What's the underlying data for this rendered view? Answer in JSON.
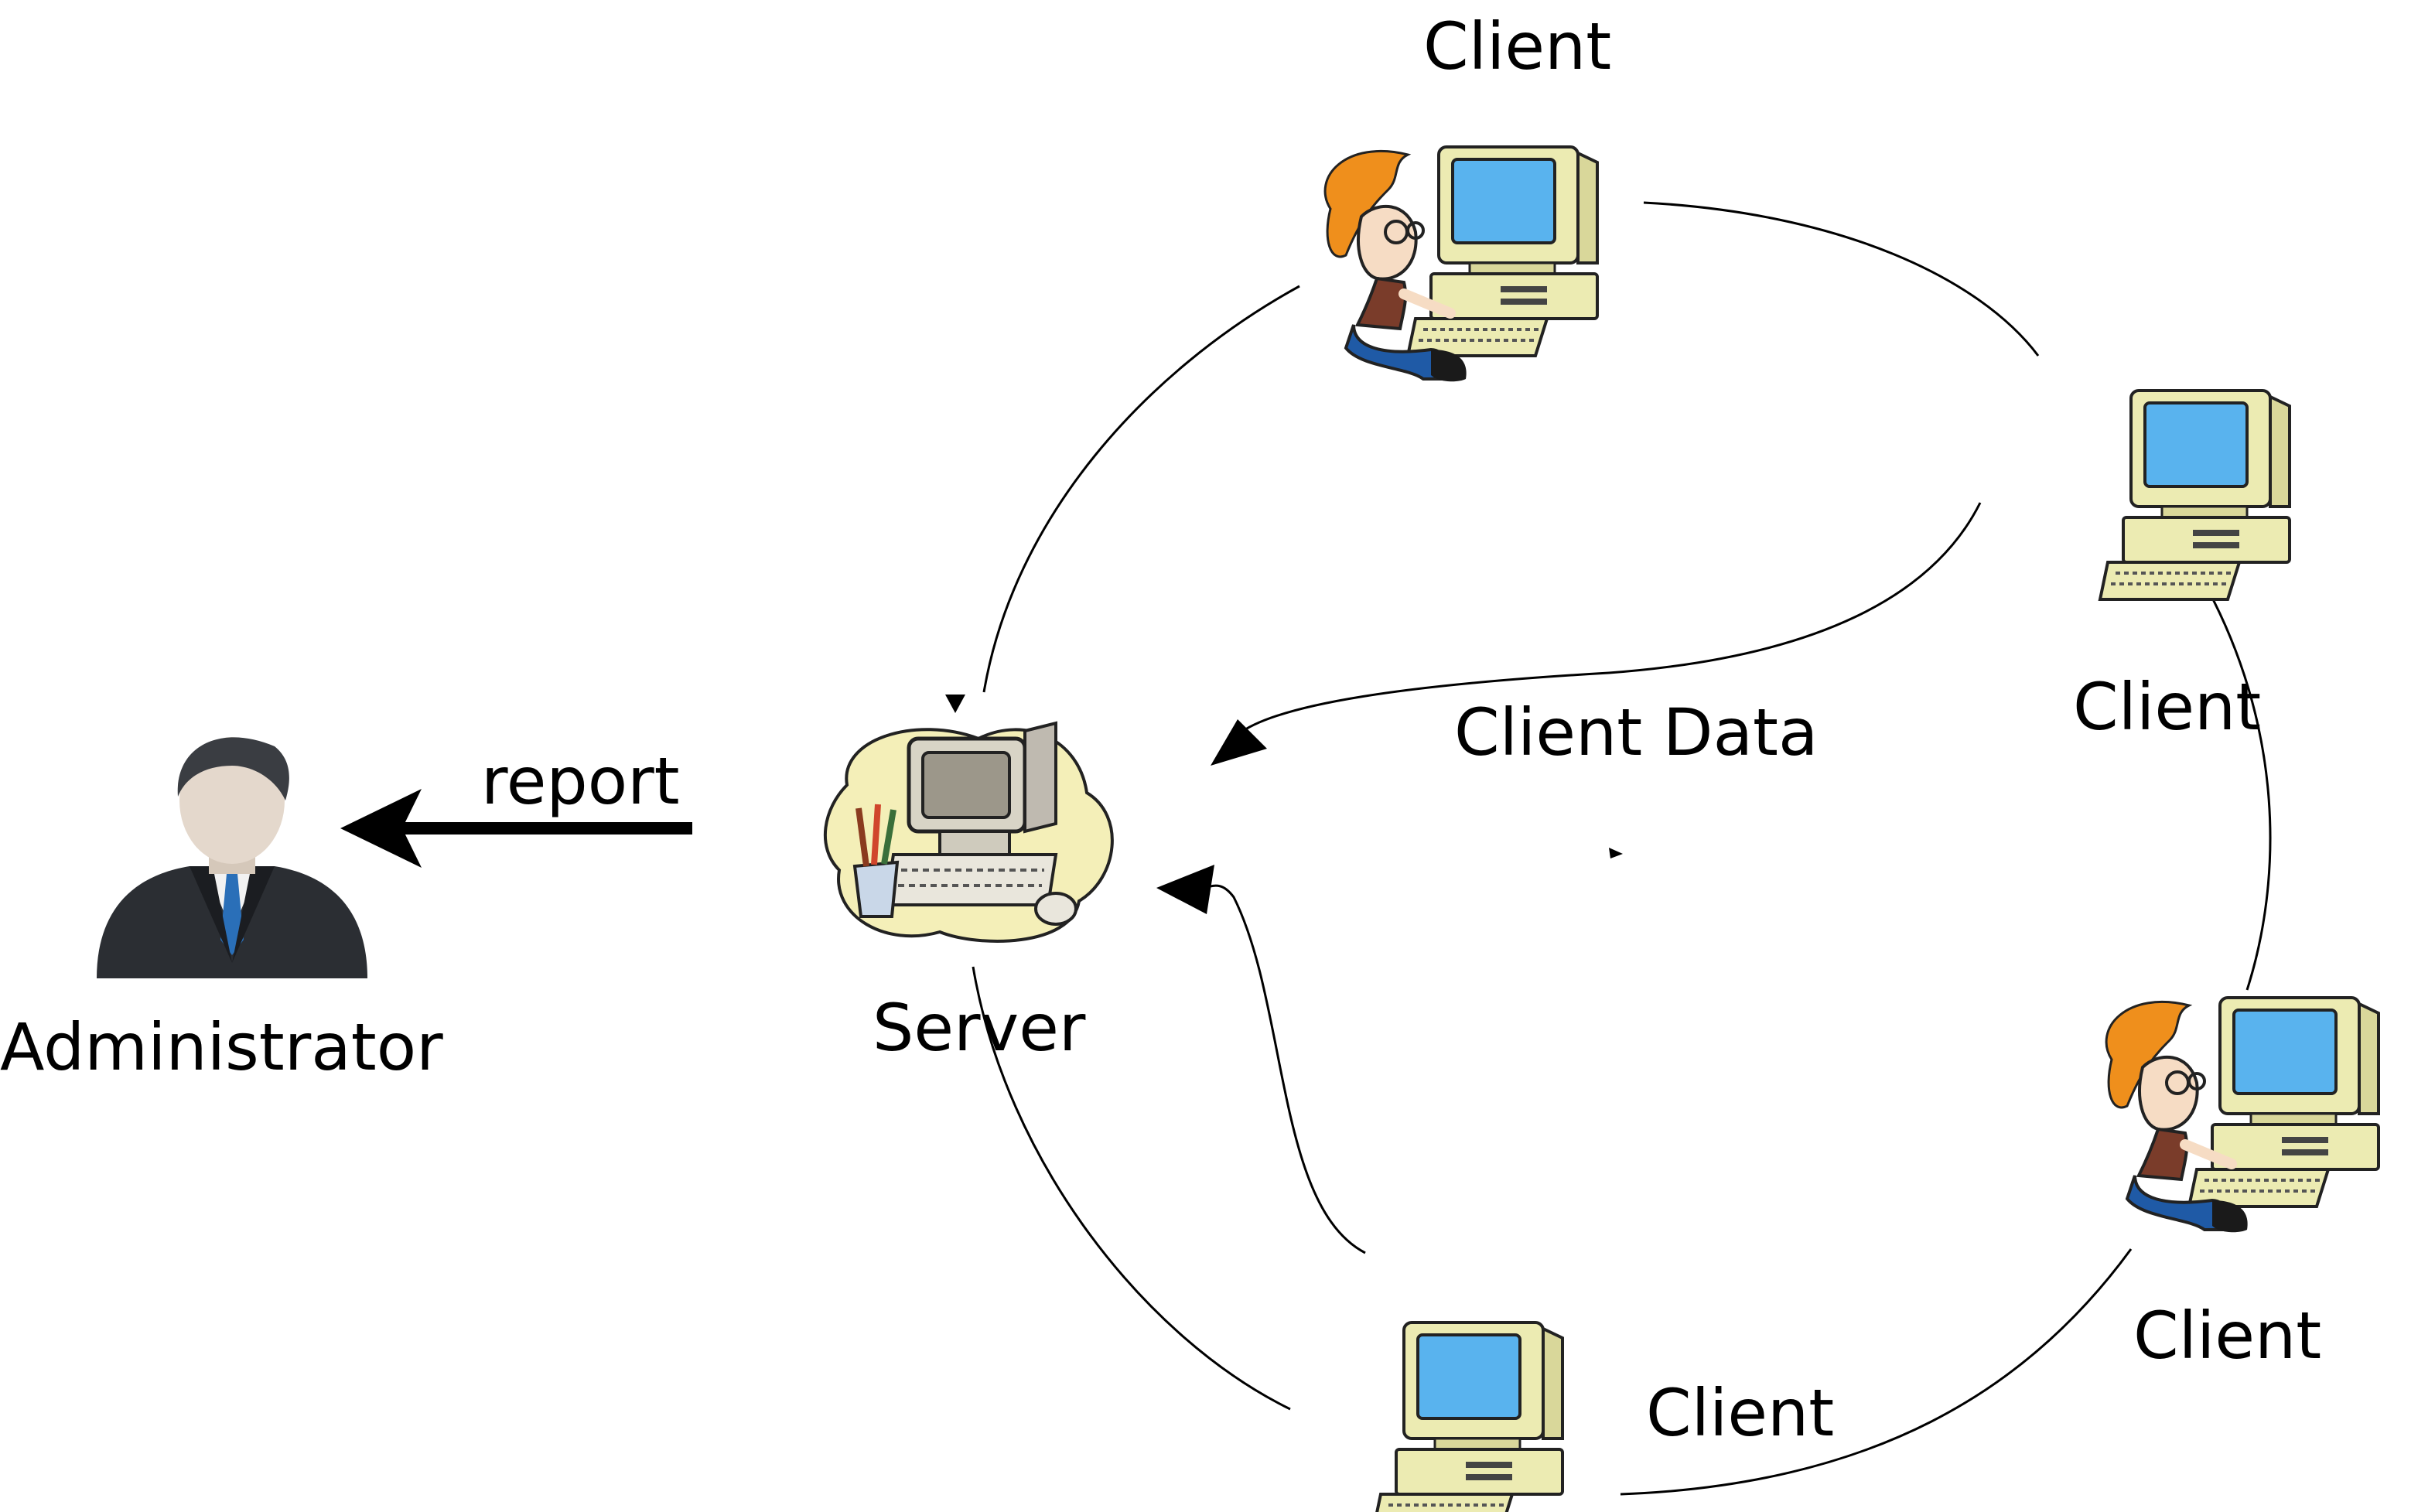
{
  "labels": {
    "client_top": "Client",
    "client_right_upper": "Client",
    "client_right_lower": "Client",
    "client_bottom": "Client",
    "client_data": "Client Data",
    "server": "Server",
    "report": "report",
    "administrator": "Administrator"
  },
  "colors": {
    "line": "#000000",
    "monitor_case": "#ecebb2",
    "monitor_screen": "#59b3ee",
    "hair": "#ef8f1c",
    "pants": "#1f5aa6",
    "shirt": "#7a3c2a",
    "server_blob": "#f4efb8",
    "admin_suit": "#2b2e33",
    "admin_tie": "#2a6fb8",
    "admin_skin": "#e4d8cc"
  },
  "icons": {
    "client_top": "person-at-computer-icon",
    "client_right_upper": "computer-icon",
    "client_right_lower": "person-at-computer-icon",
    "client_bottom": "computer-icon",
    "server": "server-computer-icon",
    "administrator": "administrator-user-icon"
  }
}
